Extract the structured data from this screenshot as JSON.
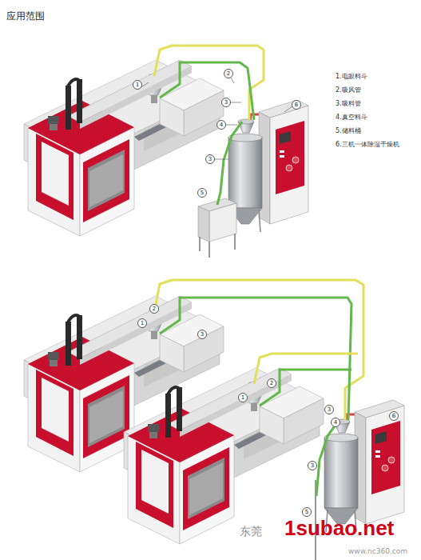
{
  "diagram": {
    "title": "应用范围",
    "labels": [
      "1.电眼料斗",
      "2.吸风管",
      "3.吸料管",
      "4.真空料斗",
      "5.储料桶",
      "6.三机一体除湿干燥机",
      "1",
      "2",
      "3",
      "4",
      "6",
      "3",
      "5",
      "2",
      "1",
      "3",
      "2",
      "1",
      "3",
      "4",
      "6",
      "3",
      "5",
      "东莞",
      "1subao.net",
      "www.nc360.com"
    ]
  }
}
